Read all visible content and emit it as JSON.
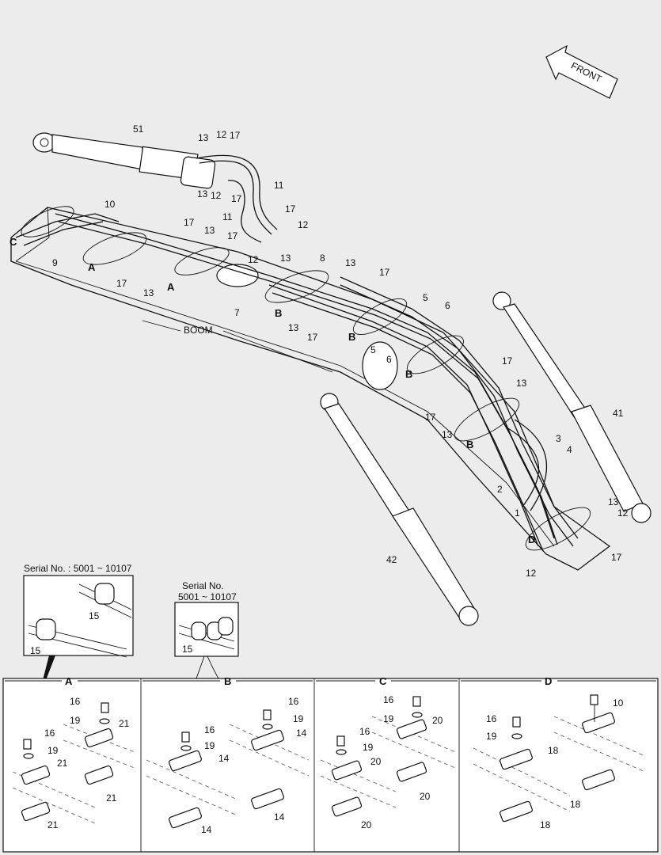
{
  "front_label": "FRONT",
  "boom_label": "BOOM",
  "inset_left_title": "Serial No. : 5001 ~ 10107",
  "inset_right_title_line1": "Serial No.",
  "inset_right_title_line2": "5001 ~ 10107",
  "sections": {
    "A": "A",
    "B": "B",
    "C": "C",
    "D": "D"
  },
  "callouts": {
    "c51": "51",
    "c13a": "13",
    "c12a": "12",
    "c17a": "17",
    "c11a": "11",
    "c11b": "11",
    "c13b": "13",
    "c12b": "12",
    "c17b": "17",
    "c10": "10",
    "c17c": "17",
    "c17d": "17",
    "c12c": "12",
    "c13c": "13",
    "c9": "9",
    "c17e": "17",
    "c12d": "12",
    "c13d": "13",
    "c8": "8",
    "c13e": "13",
    "c17f": "17",
    "c7": "7",
    "c13f": "13",
    "c17g": "17",
    "c5a": "5",
    "c6a": "6",
    "c5b": "5",
    "c6b": "6",
    "c17h": "17",
    "c13g": "13",
    "c17i": "17",
    "c13h": "13",
    "c41": "41",
    "c3": "3",
    "c4": "4",
    "c2": "2",
    "c1": "1",
    "c13i": "13",
    "c12e": "12",
    "c17j": "17",
    "c13j": "13",
    "c12f": "12",
    "c17k": "17",
    "c42": "42",
    "c15a": "15",
    "c15b": "15",
    "c15c": "15",
    "a16a": "16",
    "a19a": "19",
    "a21a": "21",
    "a16b": "16",
    "a19b": "19",
    "a21b": "21",
    "a21c": "21",
    "a21d": "21",
    "b16a": "16",
    "b19a": "19",
    "b14a": "14",
    "b16b": "16",
    "b19b": "19",
    "b14b": "14",
    "b14c": "14",
    "b14d": "14",
    "cc16a": "16",
    "cc19a": "19",
    "cc20a": "20",
    "cc16b": "16",
    "cc19b": "19",
    "cc20b": "20",
    "cc20c": "20",
    "cc20d": "20",
    "d16": "16",
    "d19": "19",
    "d18a": "18",
    "d10": "10",
    "d18b": "18",
    "d18c": "18"
  }
}
